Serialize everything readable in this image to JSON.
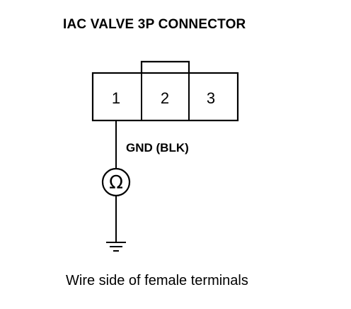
{
  "title": "IAC VALVE 3P CONNECTOR",
  "connector": {
    "pins": [
      "1",
      "2",
      "3"
    ]
  },
  "wire_label": "GND (BLK)",
  "meter_symbol": "Ω",
  "meter_icon": "ohmmeter-icon",
  "ground_icon": "ground-icon",
  "caption": "Wire side of female terminals",
  "colors": {
    "ink": "#000000",
    "background": "#ffffff"
  }
}
